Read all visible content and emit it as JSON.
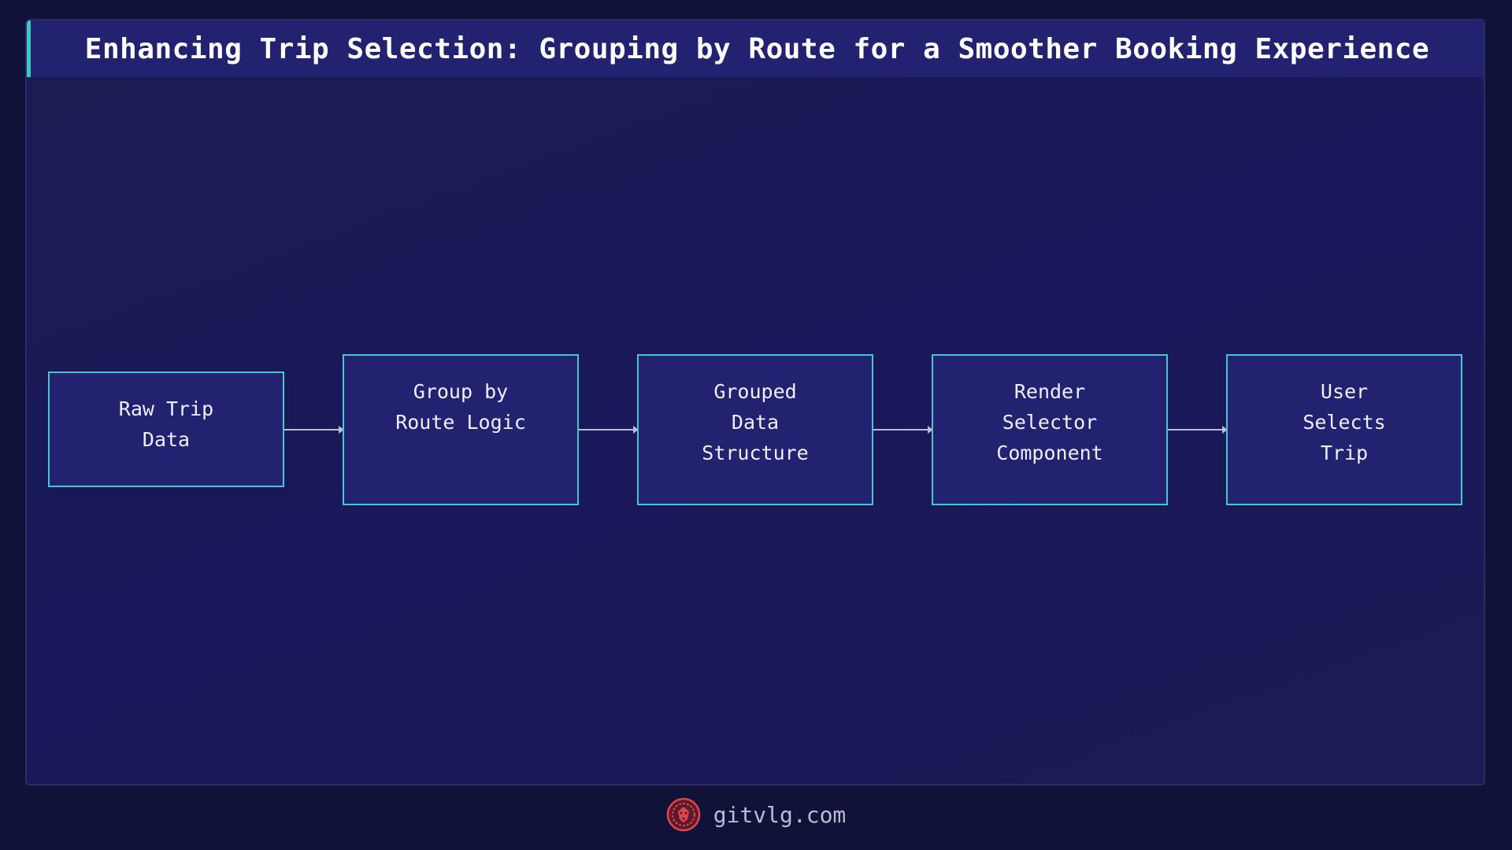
{
  "title": "Enhancing Trip Selection: Grouping by Route for a Smoother Booking Experience",
  "nodes": [
    {
      "label": "Raw Trip\nData"
    },
    {
      "label": "Group by\nRoute Logic"
    },
    {
      "label": "Grouped\nData\nStructure"
    },
    {
      "label": "Render\nSelector\nComponent"
    },
    {
      "label": "User\nSelects\nTrip"
    }
  ],
  "footer": {
    "site": "gitvlg.com",
    "logo_icon": "lion-logo-icon"
  },
  "colors": {
    "background": "#11123a",
    "panel": "#1b1b52",
    "node_fill": "#222270",
    "node_border": "#45c6d3",
    "accent": "#3ec7c7",
    "logo": "#e0474c"
  }
}
